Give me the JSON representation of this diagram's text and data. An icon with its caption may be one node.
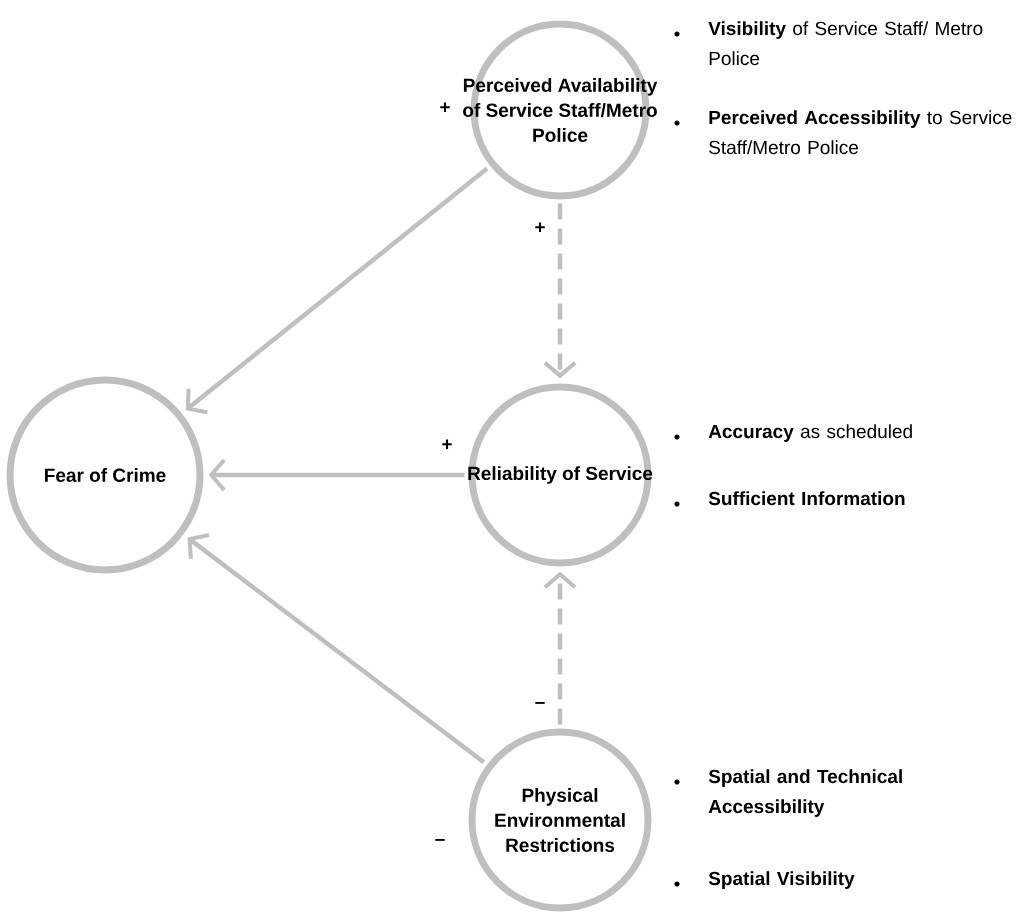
{
  "diagram": {
    "nodes": [
      {
        "text": [
          "Fear of Crime"
        ]
      },
      {
        "text": [
          "Perceived Availability of Service Staff/Metro Police"
        ],
        "beside": [
          "**Visibility** of Service Staff/ Metro Police",
          "**Perceived Accessibility** to Service Staff/Metro Police"
        ]
      },
      {
        "text": [
          "Reliability of Service"
        ],
        "beside": [
          "**Accuracy** as scheduled",
          "Sufficient Information"
        ]
      },
      {
        "text": [
          "Physical Environmental Restrictions"
        ],
        "beside": [
          "Spatial and Technical Accessibility",
          "Spatial Visibility"
        ]
      }
    ],
    "edges": [
      {
        "from": 1,
        "to": 0,
        "arrow": "to",
        "label": "+"
      },
      {
        "from": 2,
        "to": 0,
        "arrow": "to",
        "label": "+"
      },
      {
        "from": 3,
        "to": 0,
        "arrow": "to",
        "label": "–"
      },
      {
        "from": 1,
        "to": 2,
        "arrow": "to",
        "label": "+",
        "style": "dashed"
      },
      {
        "from": 3,
        "to": 2,
        "arrow": "to",
        "label": "–",
        "style": "dashed"
      }
    ]
  }
}
